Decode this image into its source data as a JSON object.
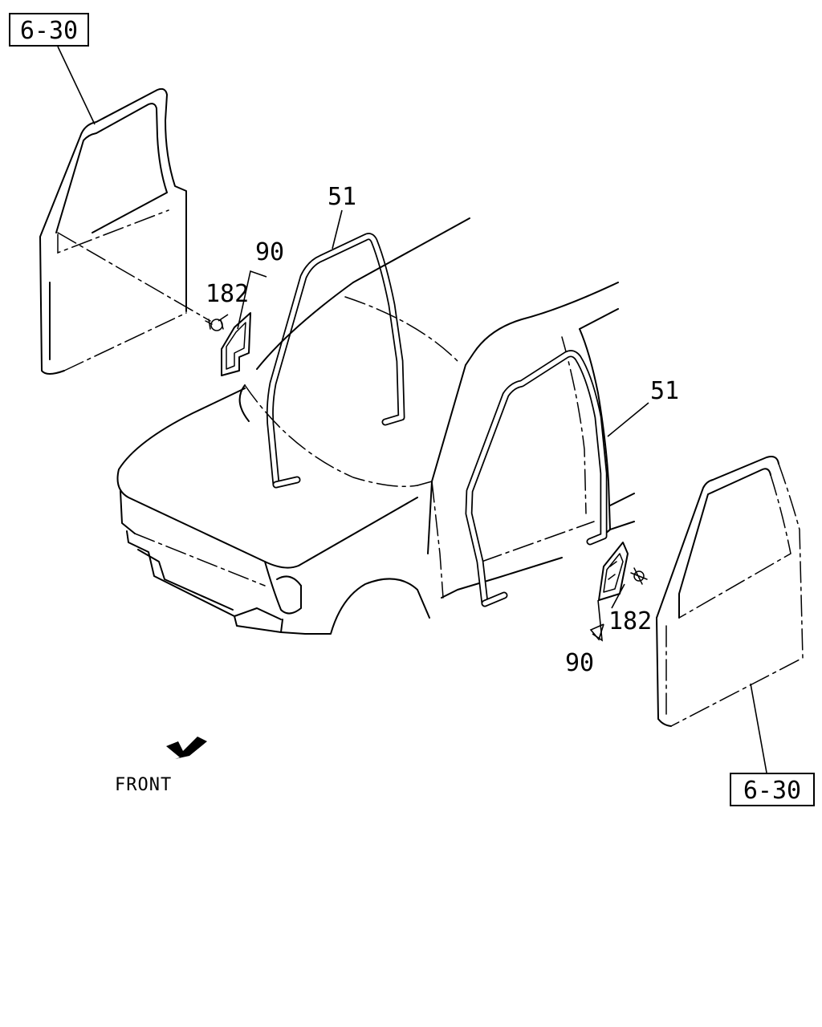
{
  "diagram": {
    "references": [
      {
        "id": "ref-top-left",
        "text": "6-30"
      },
      {
        "id": "ref-bottom-right",
        "text": "6-30"
      }
    ],
    "callouts": [
      {
        "id": "seal-left",
        "text": "51"
      },
      {
        "id": "seal-right",
        "text": "51"
      },
      {
        "id": "bracket-left",
        "text": "90"
      },
      {
        "id": "bracket-right",
        "text": "90"
      },
      {
        "id": "clip-left",
        "text": "182"
      },
      {
        "id": "clip-right",
        "text": "182"
      }
    ],
    "direction": {
      "text": "FRONT",
      "icon": "front-arrow-icon"
    }
  }
}
